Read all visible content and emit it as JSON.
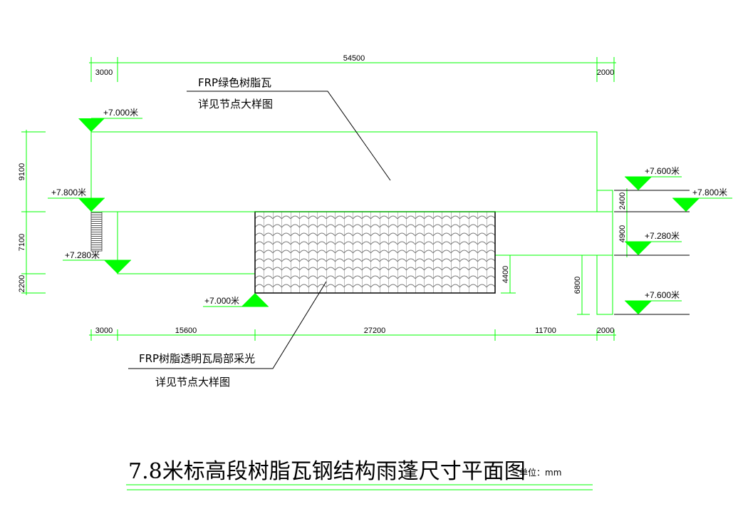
{
  "colors": {
    "green": "#00ff00",
    "grey_tile": "#808080",
    "ink": "#000000"
  },
  "top_dims": {
    "total": "54500",
    "left": "3000",
    "right": "2000"
  },
  "bottom_dims": [
    "3000",
    "15600",
    "27200",
    "11700",
    "2000"
  ],
  "left_dims": [
    "9100",
    "7100",
    "2200"
  ],
  "right_dims": [
    "2400",
    "4900"
  ],
  "inner_dims": {
    "d4400": "4400",
    "d6800": "6800"
  },
  "elevations": {
    "top_left": "+7.000米",
    "mid_left": "+7.800米",
    "low_left": "+7.280米",
    "bottom_center": "+7.000米",
    "right_1": "+7.600米",
    "right_2": "+7.800米",
    "right_3": "+7.280米",
    "right_4": "+7.600米"
  },
  "notes": {
    "green_tile_line1": "FRP绿色树脂瓦",
    "green_tile_line2": "详见节点大样图",
    "clear_tile_line1": "FRP树脂透明瓦局部采光",
    "clear_tile_line2": "详见节点大样图"
  },
  "title": "7.8米标高段树脂瓦钢结构雨蓬尺寸平面图",
  "unit": "单位：mm"
}
